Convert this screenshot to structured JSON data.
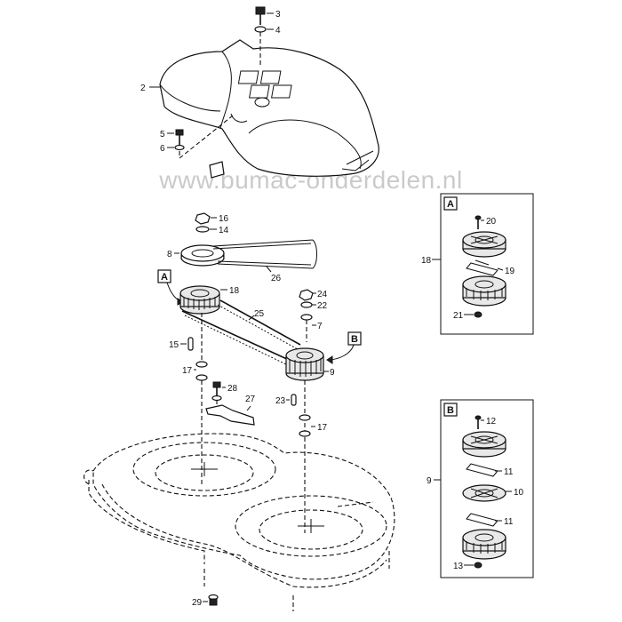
{
  "watermark": "www.bumac-onderdelen.nl",
  "box_a": {
    "letter": "A",
    "labels": {
      "main": "18",
      "top": "20",
      "mid": "19",
      "bottom": "21"
    }
  },
  "box_b": {
    "letter": "B",
    "labels": {
      "main": "9",
      "top": "12",
      "mid1": "11",
      "mid2": "10",
      "mid3": "11",
      "bottom": "13"
    }
  },
  "callouts": {
    "a": "A",
    "b": "B"
  },
  "labels": {
    "l3": "3",
    "l4": "4",
    "l2": "2",
    "l5": "5",
    "l6": "6",
    "l16": "16",
    "l14": "14",
    "l8": "8",
    "l26": "26",
    "l18": "18",
    "l25": "25",
    "l24": "24",
    "l22": "22",
    "l7": "7",
    "l9": "9",
    "l15": "15",
    "l17a": "17",
    "l28": "28",
    "l27": "27",
    "l23": "23",
    "l17b": "17",
    "l29": "29"
  }
}
